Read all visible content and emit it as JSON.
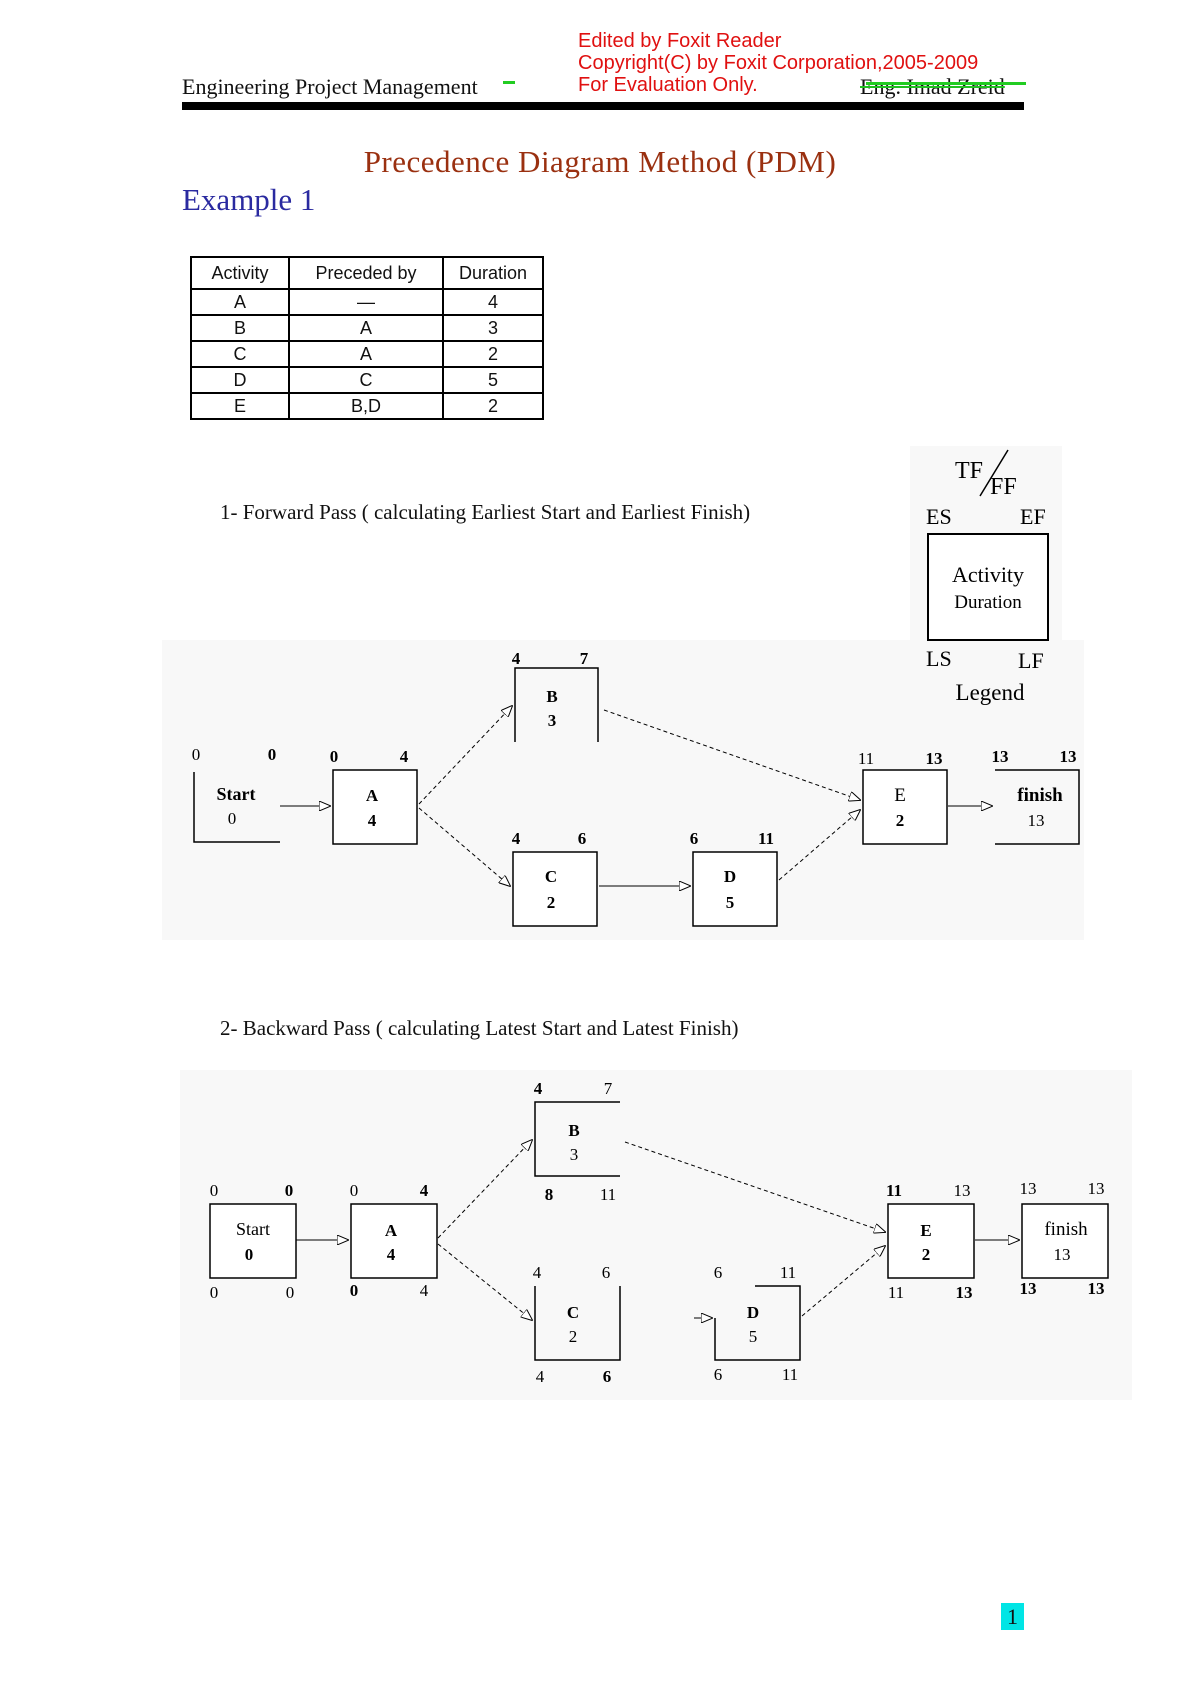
{
  "header": {
    "left": "Engineering Project Management",
    "right": "Eng. Imad Zreid",
    "watermark_lines": [
      "Edited by Foxit Reader",
      "Copyright(C) by Foxit Corporation,2005-2009",
      "For Evaluation Only."
    ]
  },
  "title": "Precedence Diagram Method (PDM)",
  "subtitle": "Example 1",
  "table": {
    "headers": [
      "Activity",
      "Preceded by",
      "Duration"
    ],
    "rows": [
      [
        "A",
        "—",
        "4"
      ],
      [
        "B",
        "A",
        "3"
      ],
      [
        "C",
        "A",
        "2"
      ],
      [
        "D",
        "C",
        "5"
      ],
      [
        "E",
        "B,D",
        "2"
      ]
    ]
  },
  "sections": {
    "forward": "1-   Forward Pass ( calculating Earliest Start and Earliest Finish)",
    "backward": "2-   Backward Pass  ( calculating Latest Start and Latest Finish)"
  },
  "legend": {
    "tf": "TF",
    "ff": "FF",
    "es": "ES",
    "ef": "EF",
    "activity": "Activity",
    "duration": "Duration",
    "ls": "LS",
    "lf": "LF",
    "caption": "Legend"
  },
  "forward_nodes": [
    {
      "id": "start",
      "label": "Start",
      "dur": "0",
      "es": "0",
      "ef": "0"
    },
    {
      "id": "a",
      "label": "A",
      "dur": "4",
      "es": "0",
      "ef": "4"
    },
    {
      "id": "b",
      "label": "B",
      "dur": "3",
      "es": "4",
      "ef": "7"
    },
    {
      "id": "c",
      "label": "C",
      "dur": "2",
      "es": "4",
      "ef": "6"
    },
    {
      "id": "d",
      "label": "D",
      "dur": "5",
      "es": "6",
      "ef": "11"
    },
    {
      "id": "e",
      "label": "E",
      "dur": "2",
      "es": "11",
      "ef": "13"
    },
    {
      "id": "finish",
      "label": "finish",
      "dur": "13",
      "es": "13",
      "ef": "13"
    }
  ],
  "backward_nodes": [
    {
      "id": "start",
      "label": "Start",
      "dur": "0",
      "es": "0",
      "ef": "0",
      "ls": "0",
      "lf": "0"
    },
    {
      "id": "a",
      "label": "A",
      "dur": "4",
      "es": "0",
      "ef": "4",
      "ls": "0",
      "lf": "4"
    },
    {
      "id": "b",
      "label": "B",
      "dur": "3",
      "es": "4",
      "ef": "7",
      "ls": "8",
      "lf": "11"
    },
    {
      "id": "c",
      "label": "C",
      "dur": "2",
      "es": "4",
      "ef": "6",
      "ls": "4",
      "lf": "6"
    },
    {
      "id": "d",
      "label": "D",
      "dur": "5",
      "es": "6",
      "ef": "11",
      "ls": "6",
      "lf": "11"
    },
    {
      "id": "e",
      "label": "E",
      "dur": "2",
      "es": "11",
      "ef": "13",
      "ls": "11",
      "lf": "13"
    },
    {
      "id": "finish",
      "label": "finish",
      "dur": "13",
      "es": "13",
      "ef": "13",
      "ls": "13",
      "lf": "13"
    }
  ],
  "page_number": "1"
}
